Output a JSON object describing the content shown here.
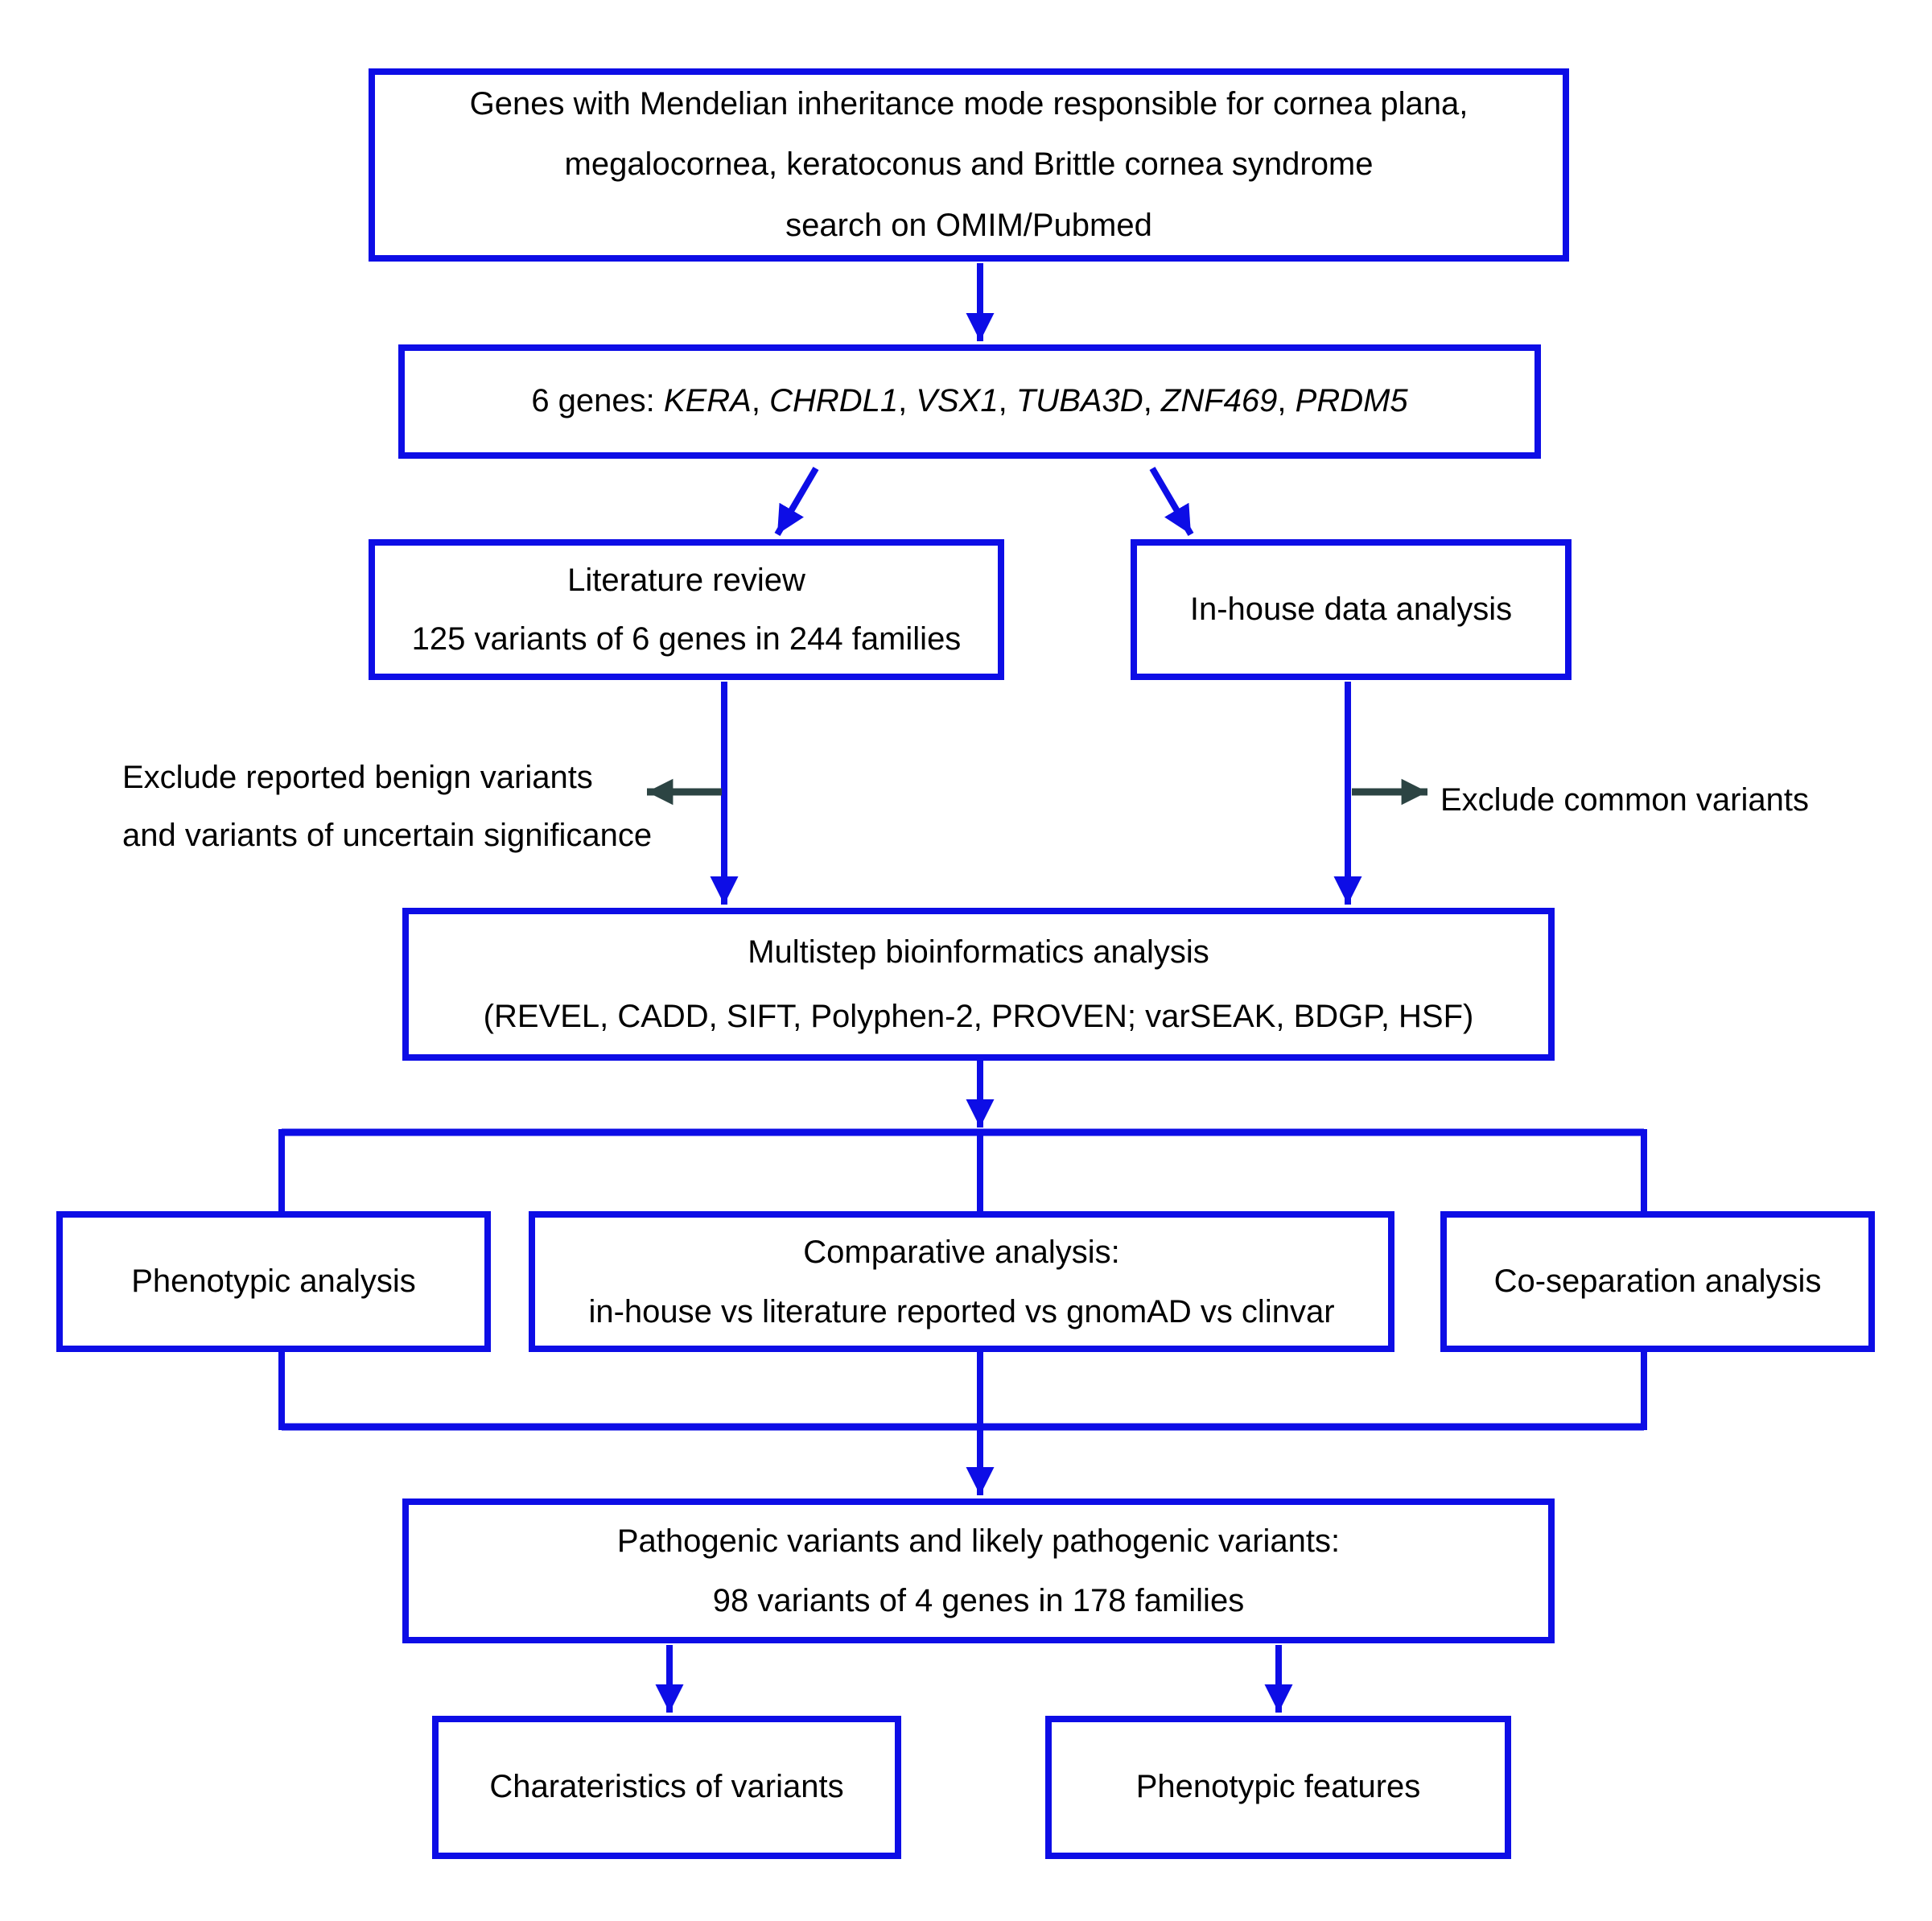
{
  "colors": {
    "line_blue": "#0d0de6",
    "arrow_dark": "#2c4443",
    "text": "#000000",
    "background": "#ffffff"
  },
  "boxes": {
    "source": {
      "lines": [
        "Genes with Mendelian inheritance mode responsible for cornea plana,",
        "megalocornea, keratoconus and Brittle cornea syndrome",
        "search on OMIM/Pubmed"
      ]
    },
    "genes": {
      "prefix": "6 genes: ",
      "gene_names": [
        "KERA",
        "CHRDL1",
        "VSX1",
        "TUBA3D",
        "ZNF469",
        "PRDM5"
      ],
      "separator": ", "
    },
    "literature": {
      "lines": [
        "Literature review",
        "125 variants of 6 genes in 244 families"
      ]
    },
    "inhouse": {
      "label": "In-house data analysis"
    },
    "bioinformatics": {
      "lines": [
        "Multistep bioinformatics analysis",
        "(REVEL, CADD, SIFT, Polyphen-2, PROVEN; varSEAK, BDGP, HSF)"
      ]
    },
    "phenotypic": {
      "label": "Phenotypic analysis"
    },
    "comparative": {
      "lines": [
        "Comparative analysis:",
        "in-house vs literature reported vs gnomAD vs clinvar"
      ]
    },
    "coseparation": {
      "label": "Co-separation analysis"
    },
    "pathogenic": {
      "lines": [
        "Pathogenic variants and likely pathogenic variants:",
        "98 variants of 4 genes in 178 families"
      ]
    },
    "characteristics": {
      "label": "Charateristics of variants"
    },
    "phenofeatures": {
      "label": "Phenotypic features"
    }
  },
  "annotations": {
    "exclude_left": {
      "lines": [
        "Exclude reported benign variants",
        "and variants of uncertain significance"
      ]
    },
    "exclude_right": {
      "label": "Exclude common variants"
    }
  }
}
